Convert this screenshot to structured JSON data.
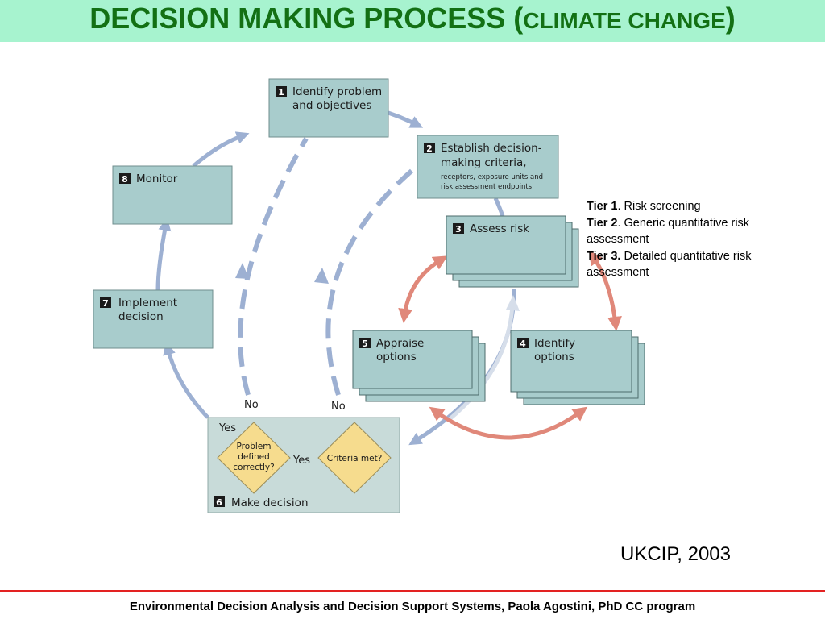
{
  "slide": {
    "title_main": "DECISION MAKING PROCESS (",
    "title_sub": "CLIMATE CHANGE",
    "title_close": ")",
    "footer": "Environmental Decision Analysis and Decision Support Systems, Paola Agostini, PhD CC program",
    "citation": "UKCIP, 2003"
  },
  "tiers": [
    {
      "label": "Tier 1",
      "sep": ". ",
      "text": "Risk screening"
    },
    {
      "label": "Tier 2",
      "sep": ". ",
      "text": "Generic quantitative risk assessment"
    },
    {
      "label": "Tier 3.",
      "sep": " ",
      "text": "Detailed quantitative risk assessment"
    }
  ],
  "steps": {
    "s1": {
      "num": "1",
      "line1": "Identify problem",
      "line2": "and objectives"
    },
    "s2": {
      "num": "2",
      "line1": "Establish decision-",
      "line2": "making criteria,",
      "sub1": "receptors, exposure units and",
      "sub2": "risk assessment endpoints"
    },
    "s3": {
      "num": "3",
      "line1": "Assess risk"
    },
    "s4": {
      "num": "4",
      "line1": "Identify",
      "line2": "options"
    },
    "s5": {
      "num": "5",
      "line1": "Appraise",
      "line2": "options"
    },
    "s6": {
      "num": "6",
      "line1": "Make decision"
    },
    "s7": {
      "num": "7",
      "line1": "Implement",
      "line2": "decision"
    },
    "s8": {
      "num": "8",
      "line1": "Monitor"
    }
  },
  "decision": {
    "problem_l1": "Problem",
    "problem_l2": "defined",
    "problem_l3": "correctly?",
    "criteria": "Criteria met?",
    "yes_top": "Yes",
    "yes_mid": "Yes",
    "no_left": "No",
    "no_right": "No"
  },
  "colors": {
    "title_bg": "#a7f3cf",
    "title_text": "#137014",
    "box_fill": "#a8cccc",
    "cycle_arrow": "#9db0d2",
    "risk_arrow": "#e0887a",
    "diamond": "#f6dc8e",
    "footer_line": "#e32222"
  }
}
